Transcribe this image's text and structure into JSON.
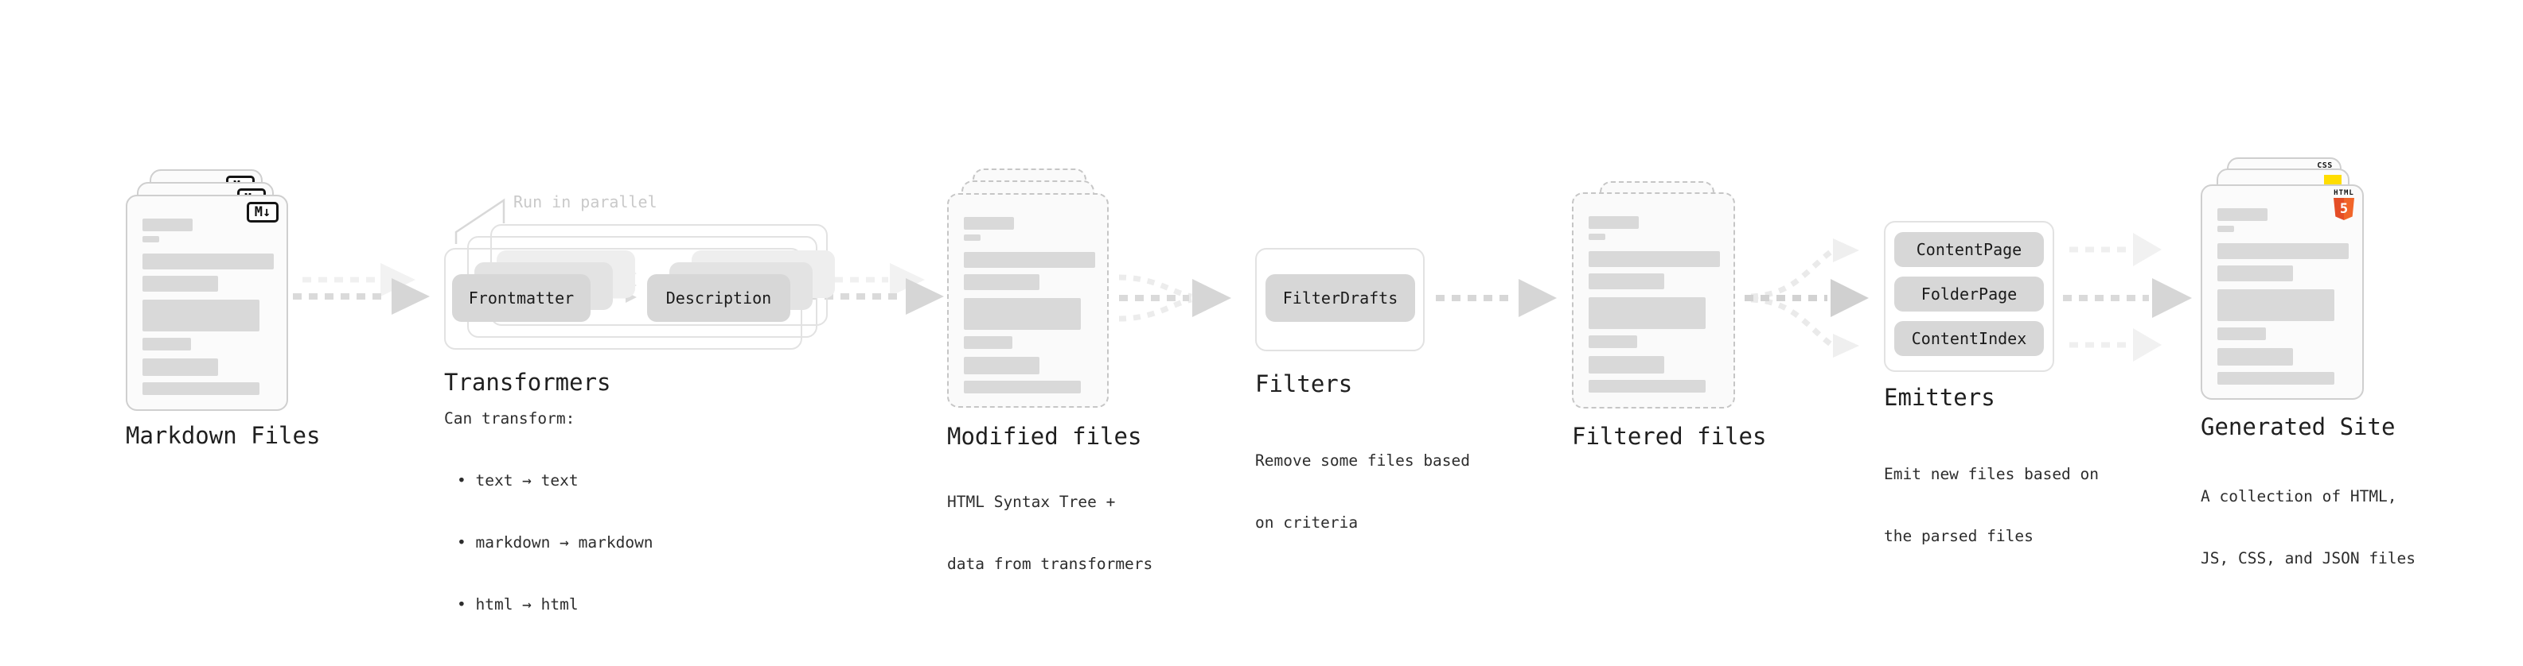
{
  "nodes": {
    "markdown_files": {
      "label": "Markdown Files",
      "icon_text": "M↓"
    },
    "transformers": {
      "label": "Transformers",
      "annotation": "Run in parallel",
      "pills": [
        "Frontmatter",
        "Description"
      ],
      "description_title": "Can transform:",
      "bullets": [
        "text → text",
        "markdown → markdown",
        "html → html"
      ]
    },
    "modified_files": {
      "label": "Modified files",
      "sublabel": [
        "HTML Syntax Tree +",
        "data from transformers"
      ]
    },
    "filters": {
      "label": "Filters",
      "pills": [
        "FilterDrafts"
      ],
      "sublabel": [
        "Remove some files based",
        "on criteria"
      ]
    },
    "filtered_files": {
      "label": "Filtered files"
    },
    "emitters": {
      "label": "Emitters",
      "pills": [
        "ContentPage",
        "FolderPage",
        "ContentIndex"
      ],
      "sublabel": [
        "Emit new files based on",
        "the parsed files"
      ]
    },
    "generated_site": {
      "label": "Generated Site",
      "sublabel": [
        "A collection of HTML,",
        "JS, CSS, and JSON files"
      ],
      "css_badge": "CSS",
      "html_badge": "HTML",
      "html5_number": "5"
    }
  },
  "colors": {
    "bar_gray": "#d9d9d9",
    "arrow_gray": "#d6d6d6",
    "arrow_light": "#f1f1f1",
    "annotation_gray": "#c9c9c9",
    "html5_orange": "#e44d26",
    "js_yellow": "#ffdd00",
    "css_blue": "#2760e5"
  }
}
